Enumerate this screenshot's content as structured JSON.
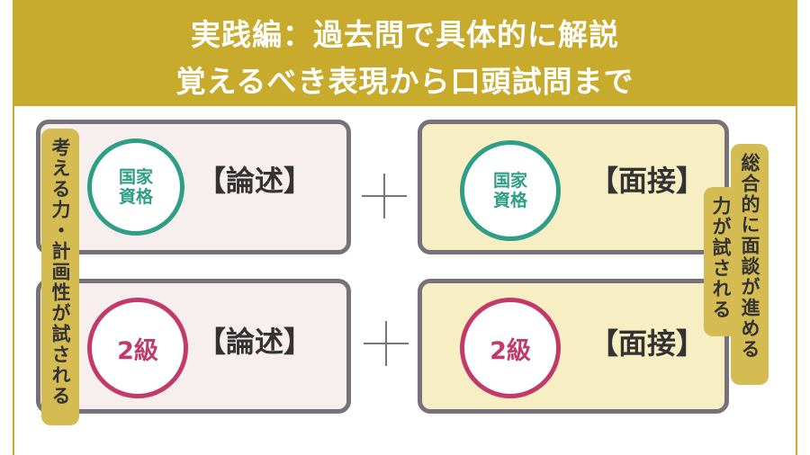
{
  "header": {
    "line1": "実践編：過去問で具体的に解説",
    "line2": "覚えるべき表現から口頭試問まで"
  },
  "grid": {
    "national": {
      "badge": "国家\n資格",
      "essay": "【論述】",
      "interview": "【面接】"
    },
    "grade2": {
      "badge": "2級",
      "essay": "【論述】",
      "interview": "【面接】"
    }
  },
  "side_left": "考える力・計画性が試される",
  "side_right_col1": "総合的に面談が進める",
  "side_right_col2": "力が試される",
  "colors": {
    "gold": "#c8ab2c",
    "tag": "#d4bb52",
    "teal": "#2f9e86",
    "rose": "#c23a6a",
    "border": "#77727a",
    "pink_bg": "#f6efee",
    "cream_bg": "#f7eec4"
  }
}
